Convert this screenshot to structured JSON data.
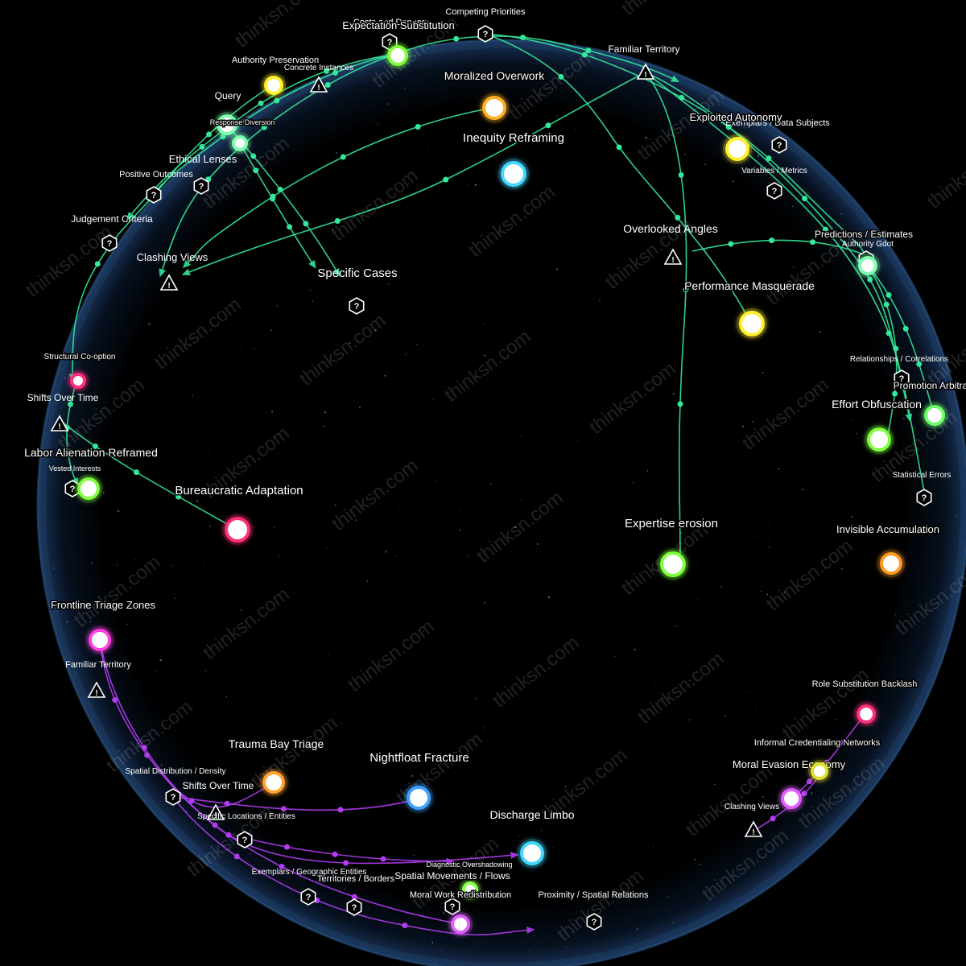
{
  "colors": {
    "background": "#000000",
    "green_edge": "#33e89a",
    "purple_edge": "#b13cf0",
    "magenta_edge": "#ff2fd0",
    "label": "#ffffff"
  },
  "watermark": "thinksn.com",
  "nodes": [
    {
      "id": "moralized-overwork",
      "label": "Moralized Overwork",
      "color": "#ffb020"
    },
    {
      "id": "inequity-reframing",
      "label": "Inequity Reframing",
      "color": "#40d8ff"
    },
    {
      "id": "exploited-autonomy",
      "label": "Exploited Autonomy",
      "color": "#fff02a"
    },
    {
      "id": "performance-masquerade",
      "label": "Performance Masquerade",
      "color": "#fff02a"
    },
    {
      "id": "expertise-erosion",
      "label": "Expertise erosion",
      "color": "#7dff3a"
    },
    {
      "id": "effort-obfuscation",
      "label": "Effort Obfuscation",
      "color": "#7dff3a"
    },
    {
      "id": "invisible-accumulation",
      "label": "Invisible Accumulation",
      "color": "#ff9a20"
    },
    {
      "id": "promotion-arbitrage",
      "label": "Promotion Arbitra",
      "color": "#6cff6a"
    },
    {
      "id": "expectation-substitution",
      "label": "Expectation Substitution",
      "color": "#7dff3a"
    },
    {
      "id": "authority-preservation",
      "label": "Authority Preservation",
      "color": "#fff02a"
    },
    {
      "id": "query",
      "label": "Query",
      "color": "#7dffb0"
    },
    {
      "id": "bureaucratic-adaptation",
      "label": "Bureaucratic Adaptation",
      "color": "#ff2f7a"
    },
    {
      "id": "labor-alienation-reframed",
      "label": "Labor Alienation Reframed",
      "color": "#7dff3a"
    },
    {
      "id": "structural-co-option",
      "label": "Structural Co-option",
      "color": "#ff2f7a"
    },
    {
      "id": "frontline-triage-zones",
      "label": "Frontline Triage Zones",
      "color": "#ff3fe0"
    },
    {
      "id": "trauma-bay-triage",
      "label": "Trauma Bay Triage",
      "color": "#ffa030"
    },
    {
      "id": "nightfloat-fracture",
      "label": "Nightfloat Fracture",
      "color": "#40a0ff"
    },
    {
      "id": "discharge-limbo",
      "label": "Discharge Limbo",
      "color": "#40d8ff"
    },
    {
      "id": "moral-work-redistribution",
      "label": "Moral Work Redistribution",
      "color": "#8cff4a"
    },
    {
      "id": "role-substitution-backlash",
      "label": "Role Substitution Backlash",
      "color": "#ff2f7a"
    },
    {
      "id": "moral-evasion-economy",
      "label": "Moral Evasion Economy",
      "color": "#e060ff"
    },
    {
      "id": "informal-credentialing-networks",
      "label": "Informal Credentialing Networks",
      "color": "#e0e030"
    },
    {
      "id": "spatial-movements-node",
      "label": "Spatial Movements / Flows",
      "color": "#e060ff"
    },
    {
      "id": "response-diversion",
      "label": "Response Diversion",
      "color": "#7dffb0"
    },
    {
      "id": "predictions-estimates",
      "label": "Predictions / Estimates",
      "color": "#7dffb0"
    }
  ],
  "markers": [
    {
      "id": "competing-priorities",
      "label": "Competing Priorities",
      "shape": "hex"
    },
    {
      "id": "costs-and-dangers",
      "label": "Costs and Dangers",
      "shape": "hex"
    },
    {
      "id": "familiar-territory-top",
      "label": "Familiar Territory",
      "shape": "warn"
    },
    {
      "id": "concrete-instances",
      "label": "Concrete Instances",
      "shape": "warn"
    },
    {
      "id": "exemplars-data-subjects",
      "label": "Exemplars / Data Subjects",
      "shape": "hex"
    },
    {
      "id": "variables-metrics",
      "label": "Variables / Metrics",
      "shape": "hex"
    },
    {
      "id": "positive-outcomes",
      "label": "Positive Outcomes",
      "shape": "hex"
    },
    {
      "id": "ethical-lenses",
      "label": "Ethical Lenses",
      "shape": "hex"
    },
    {
      "id": "judgement-criteria",
      "label": "Judgement Criteria",
      "shape": "hex"
    },
    {
      "id": "clashing-views-top",
      "label": "Clashing Views",
      "shape": "warn"
    },
    {
      "id": "specific-cases",
      "label": "Specific Cases",
      "shape": "hex"
    },
    {
      "id": "overlooked-angles",
      "label": "Overlooked Angles",
      "shape": "warn"
    },
    {
      "id": "authority-gdot",
      "label": "Authority Gdot",
      "shape": "hex"
    },
    {
      "id": "relationships-correlations",
      "label": "Relationships / Correlations",
      "shape": "hex"
    },
    {
      "id": "statistical-errors",
      "label": "Statistical Errors",
      "shape": "hex"
    },
    {
      "id": "shifts-over-time-top",
      "label": "Shifts Over Time",
      "shape": "warn"
    },
    {
      "id": "vested-interests",
      "label": "Vested Interests",
      "shape": "hex"
    },
    {
      "id": "familiar-territory-bottom",
      "label": "Familiar Territory",
      "shape": "warn"
    },
    {
      "id": "spatial-distribution-density",
      "label": "Spatial Distribution / Density",
      "shape": "hex"
    },
    {
      "id": "shifts-over-time-bottom",
      "label": "Shifts Over Time",
      "shape": "warn"
    },
    {
      "id": "specific-locations-entities",
      "label": "Specific Locations / Entities",
      "shape": "hex"
    },
    {
      "id": "exemplars-geographic-entities",
      "label": "Exemplars / Geographic Entities",
      "shape": "hex"
    },
    {
      "id": "territories-borders",
      "label": "Territories / Borders",
      "shape": "hex"
    },
    {
      "id": "diagnostic-overshadowing",
      "label": "Diagnostic Overshadowing",
      "shape": "hex"
    },
    {
      "id": "proximity-spatial-relations",
      "label": "Proximity / Spatial Relations",
      "shape": "hex"
    },
    {
      "id": "clashing-views-bottom",
      "label": "Clashing Views",
      "shape": "warn"
    }
  ]
}
